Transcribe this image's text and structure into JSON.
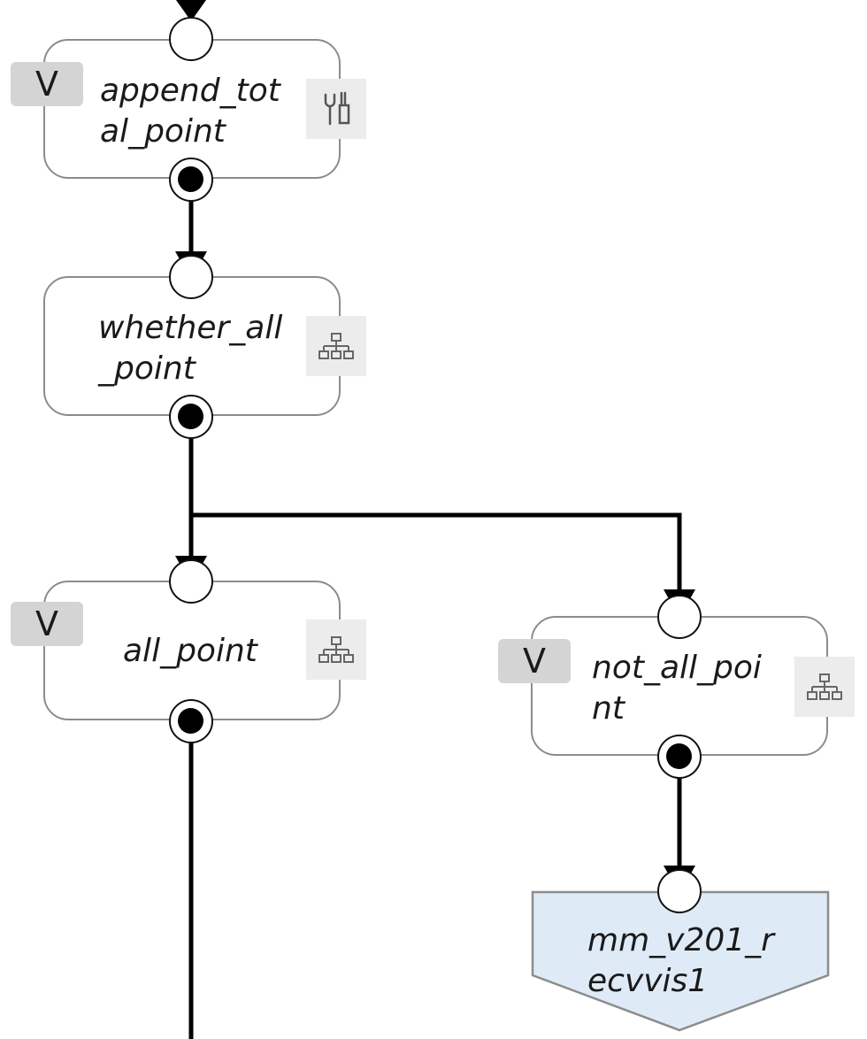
{
  "nodes": {
    "append_total_point": {
      "label": "append_tot\nal_point",
      "badge": "V",
      "icon": "tools-icon"
    },
    "whether_all_point": {
      "label": "whether_all\n_point",
      "icon": "hierarchy-icon"
    },
    "all_point": {
      "label": "all_point",
      "badge": "V",
      "icon": "hierarchy-icon"
    },
    "not_all_point": {
      "label": "not_all_poi\nnt",
      "badge": "V",
      "icon": "hierarchy-icon"
    },
    "mm_v201_recvvis1": {
      "label": "mm_v201_r\necvvis1"
    }
  },
  "colors": {
    "node_border": "#8c8c8c",
    "terminal_fill": "#deebf7",
    "edge": "#000000",
    "badge_bg": "#d4d4d4",
    "icon_bg": "#ececec"
  }
}
